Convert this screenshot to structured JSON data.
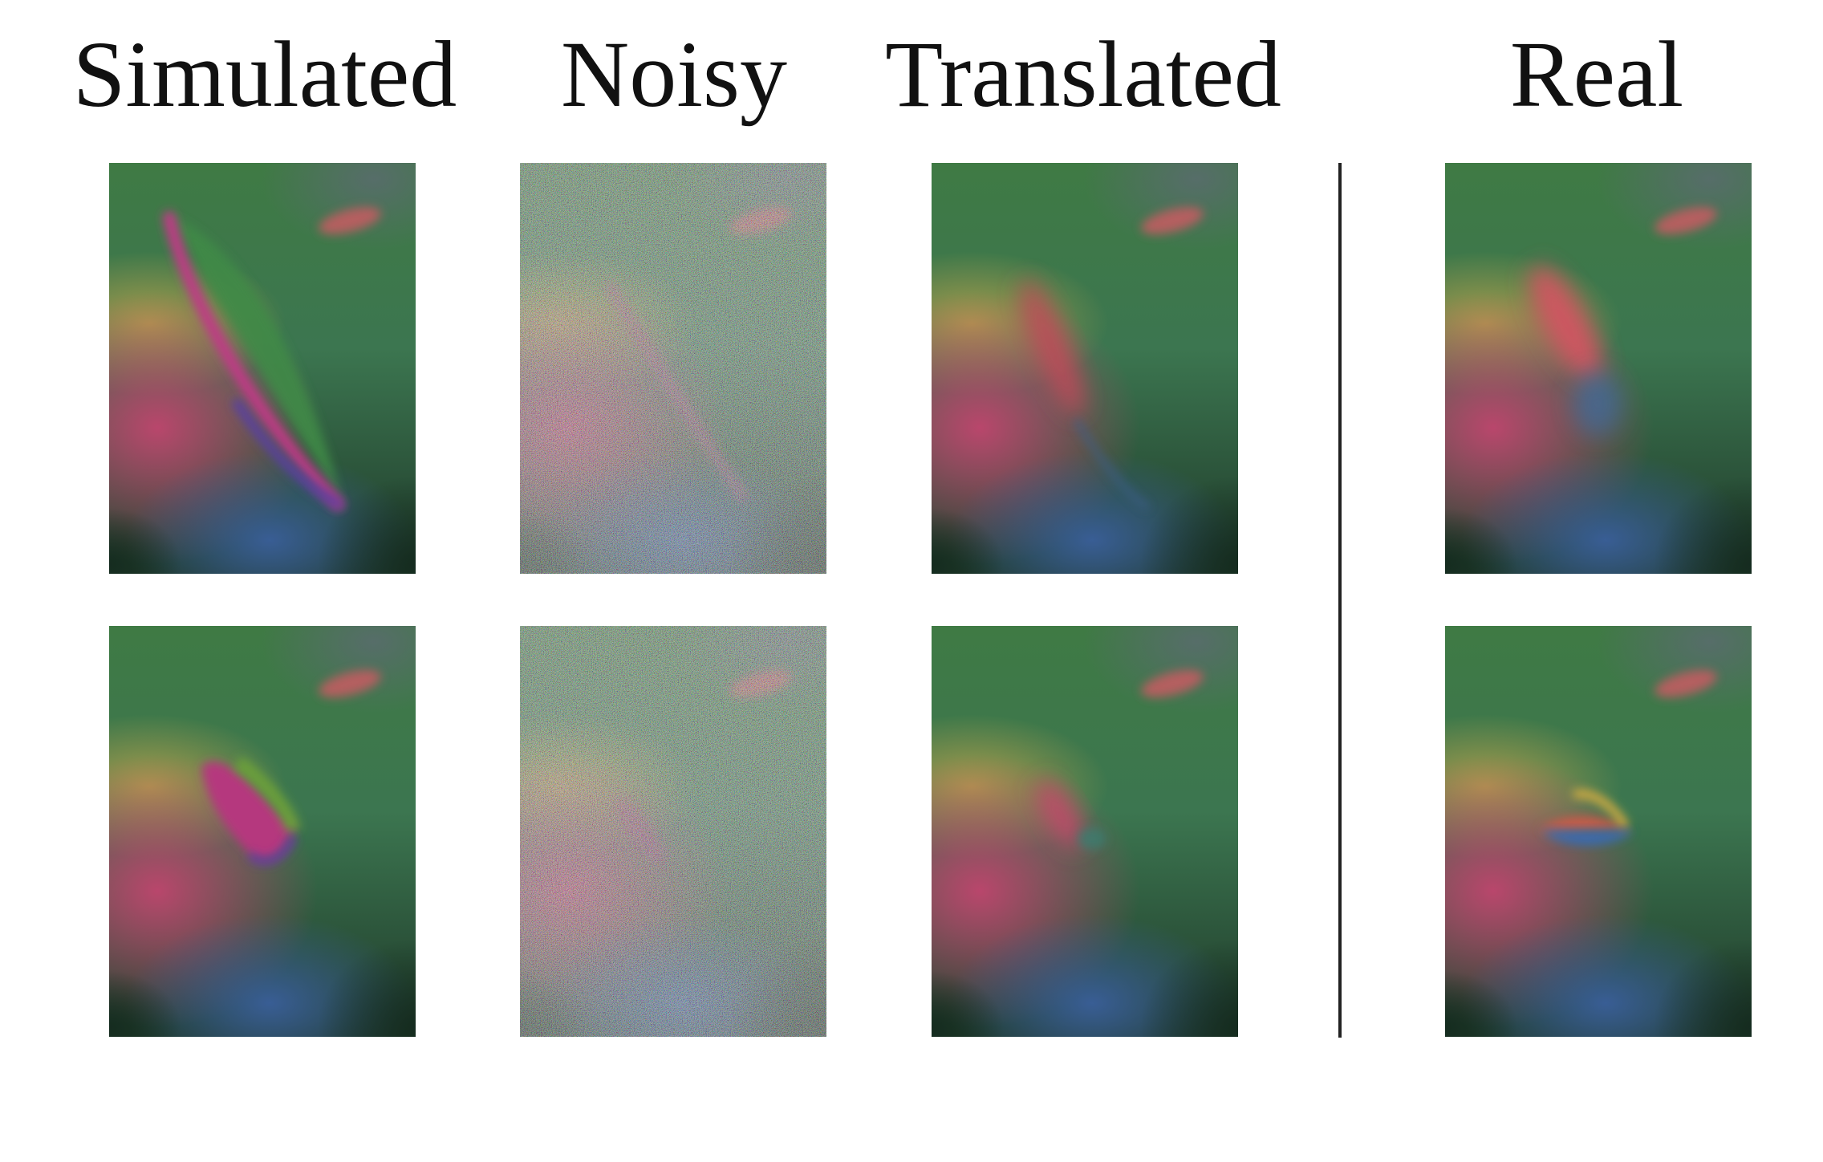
{
  "columns": {
    "simulated": "Simulated",
    "noisy": "Noisy",
    "translated": "Translated",
    "real": "Real"
  },
  "rows": [
    {
      "simulated": "simulated-tactile-image-row1",
      "noisy": "noisy-tactile-image-row1",
      "translated": "translated-tactile-image-row1",
      "real": "real-tactile-image-row1"
    },
    {
      "simulated": "simulated-tactile-image-row2",
      "noisy": "noisy-tactile-image-row2",
      "translated": "translated-tactile-image-row2",
      "real": "real-tactile-image-row2"
    }
  ]
}
